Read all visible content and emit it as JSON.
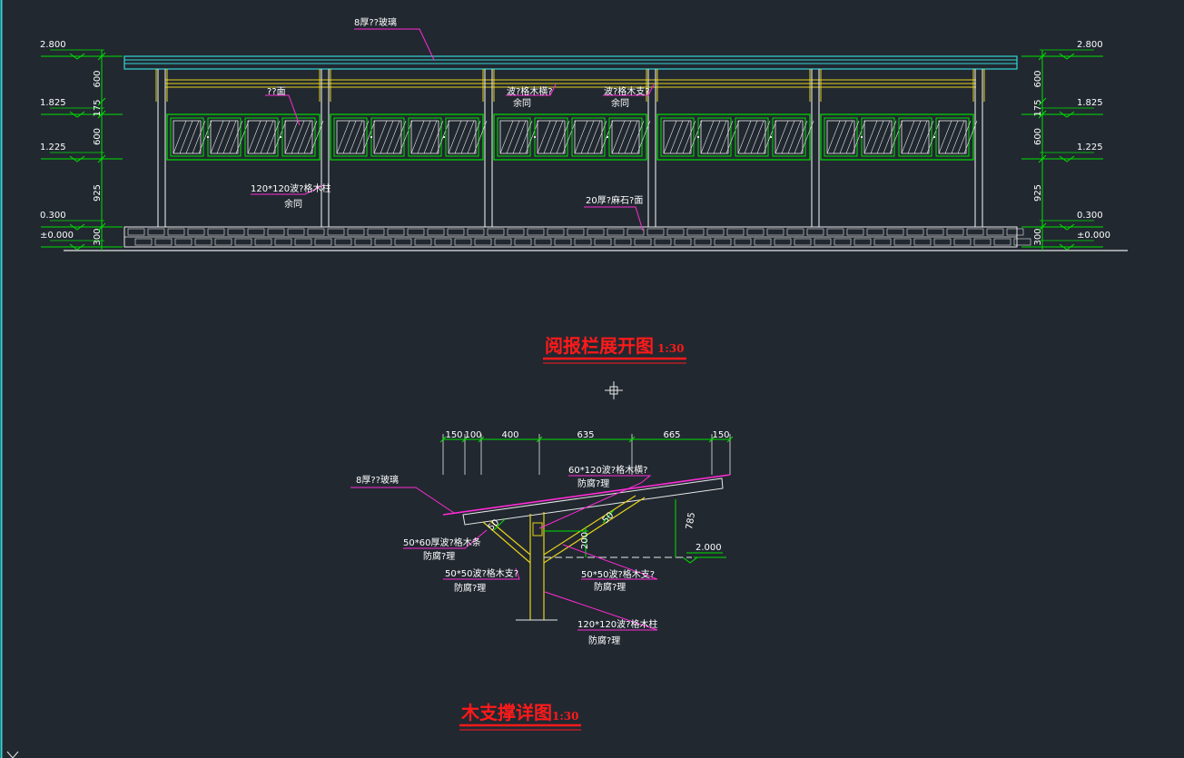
{
  "elevation": {
    "title": "阅报栏展开图",
    "scale": "1:30",
    "levels": [
      "2.800",
      "1.825",
      "1.225",
      "0.300",
      "±0.000"
    ],
    "segments": [
      "600",
      "175",
      "600",
      "925",
      "300"
    ],
    "labels": {
      "glass": "8厚??玻璃",
      "panel": "??面",
      "beam": "波?格木横?",
      "beam_same": "余同",
      "brace": "波?格木支?",
      "brace_same": "余同",
      "column": "120*120波?格木柱",
      "column_same": "余同",
      "granite": "20厚?麻石?面"
    }
  },
  "detail": {
    "title": "木支撑详图",
    "scale": "1:30",
    "dims": [
      "150",
      "100",
      "400",
      "635",
      "665",
      "150"
    ],
    "glass": "8厚??玻璃",
    "beam": "60*120波?格木横?",
    "beam_note": "防腐?理",
    "purlin": "50*60厚波?格木条",
    "purlin_note": "防腐?理",
    "brace_left": "50*50波?格木支?",
    "brace_left_note": "防腐?理",
    "brace_right": "50*50波?格木支?",
    "brace_right_note": "防腐?理",
    "column": "120*120波?格木柱",
    "column_note": "防腐?理",
    "dim_200": "200",
    "dim_785": "785",
    "dim_50a": "50",
    "dim_50b": "50",
    "level": "2.000"
  },
  "colors": {
    "background": "#212830",
    "green": "#00e000",
    "yellow": "#e6d21a",
    "white": "#e8e8e8",
    "magenta": "#ff2bd5",
    "cyan": "#33d6d6",
    "red": "#ff1a1a"
  }
}
